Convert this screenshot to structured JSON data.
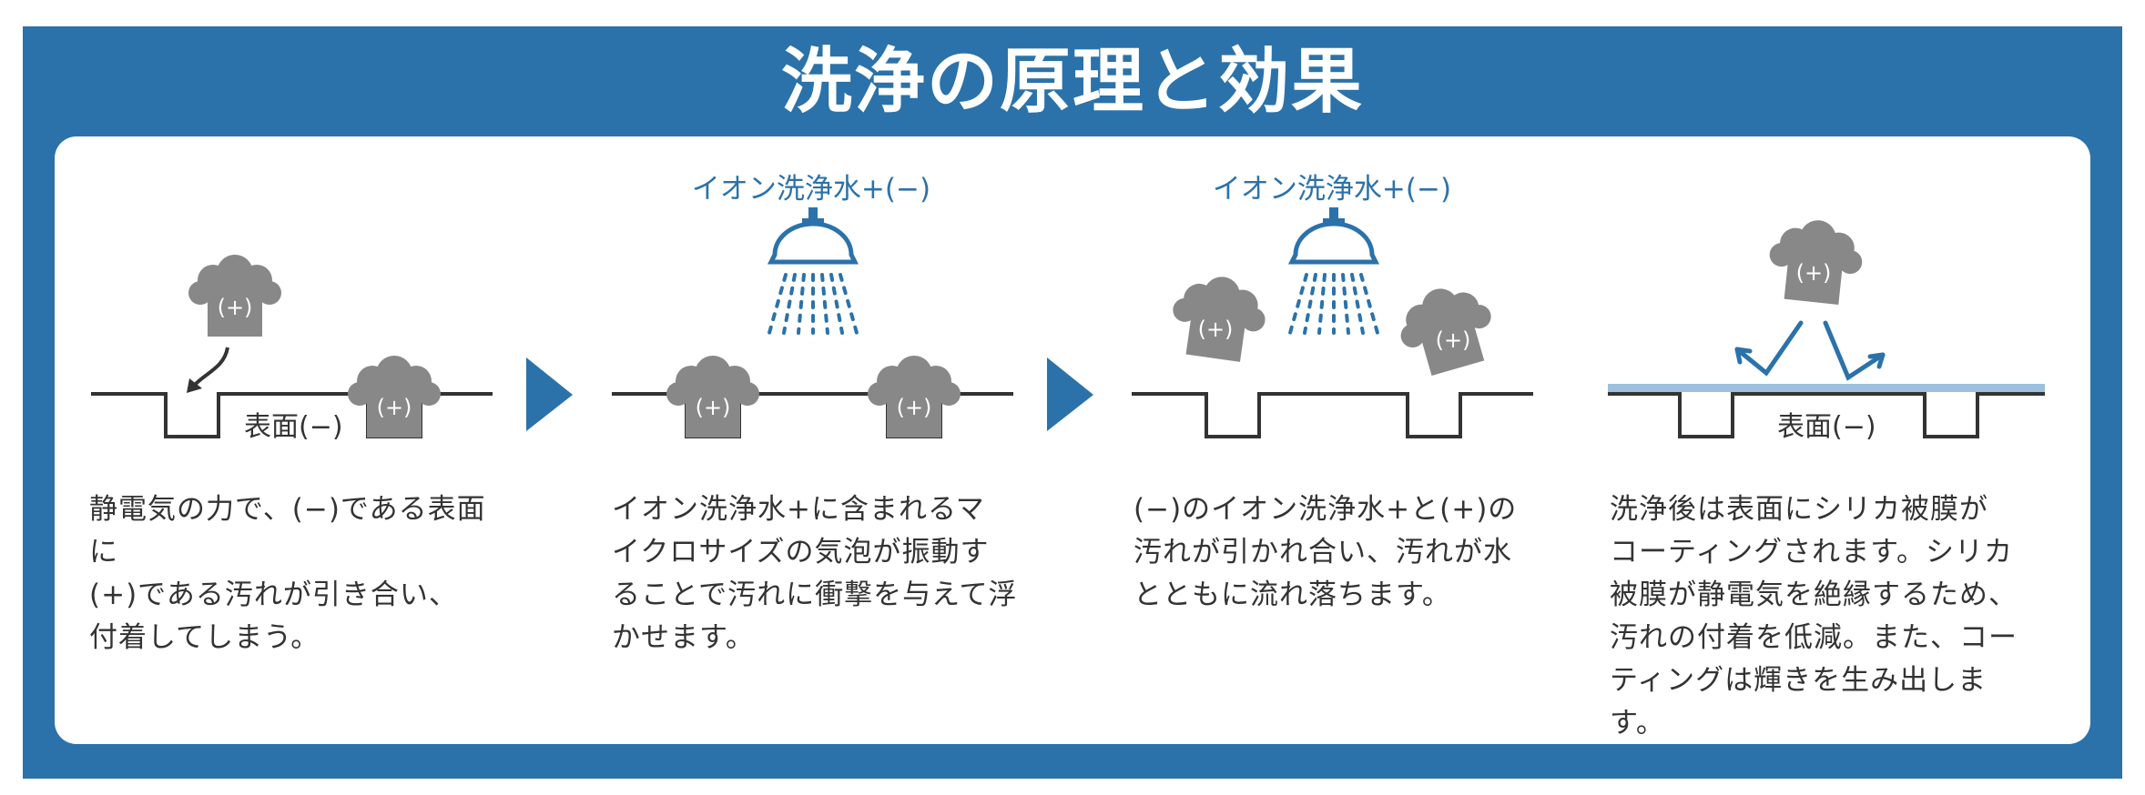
{
  "title": "洗浄の原理と効果",
  "labels": {
    "surface_minus": "表面(−)",
    "ion_water": "イオン洗浄水+(−)",
    "dirt_plus": "(+)"
  },
  "steps": [
    {
      "description": "静電気の力で、(−)である表面に\n(+)である汚れが引き合い、\n付着してしまう。"
    },
    {
      "description": "イオン洗浄水+に含まれるマ\nイクロサイズの気泡が振動す\nることで汚れに衝撃を与えて浮\nかせます。"
    },
    {
      "description": "(−)のイオン洗浄水+と(+)の\n汚れが引かれ合い、汚れが水\nとともに流れ落ちます。"
    },
    {
      "description": "洗浄後は表面にシリカ被膜が\nコーティングされます。シリカ\n被膜が静電気を絶縁するため、\n汚れの付着を低減。また、コー\nティングは輝きを生み出します。"
    }
  ],
  "colors": {
    "brand_blue": "#2b72aa",
    "dirt_gray": "#888888",
    "coating_light_blue": "#9cc0dd",
    "line_dark": "#333333"
  },
  "icons": [
    "shower-icon",
    "dirt-icon",
    "arrow-right-icon",
    "curved-arrow-icon"
  ]
}
